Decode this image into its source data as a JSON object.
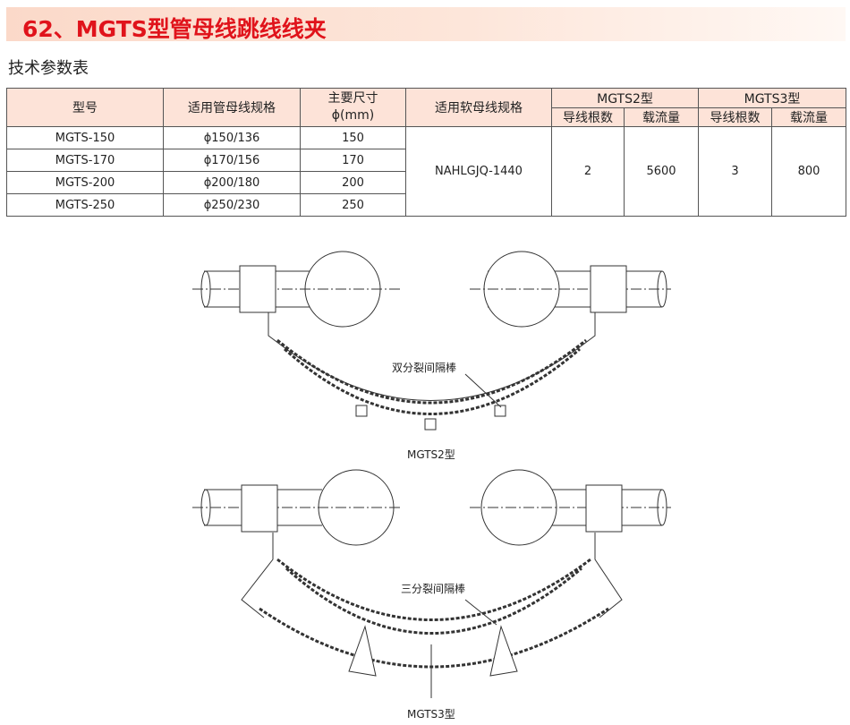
{
  "title": "62、MGTS型管母线跳线线夹",
  "subtitle": "技术参数表",
  "table": {
    "headers": {
      "model": "型号",
      "tube_spec": "适用管母线规格",
      "main_size_line1": "主要尺寸",
      "main_size_line2": "ϕ(mm)",
      "soft_spec": "适用软母线规格",
      "mgts2": "MGTS2型",
      "mgts3": "MGTS3型",
      "wire_count": "导线根数",
      "current": "载流量"
    },
    "rows": [
      {
        "model": "MGTS-150",
        "tube": "ϕ150/136",
        "size": "150"
      },
      {
        "model": "MGTS-170",
        "tube": "ϕ170/156",
        "size": "170"
      },
      {
        "model": "MGTS-200",
        "tube": "ϕ200/180",
        "size": "200"
      },
      {
        "model": "MGTS-250",
        "tube": "ϕ250/230",
        "size": "250"
      }
    ],
    "soft_spec_value": "NAHLGJQ-1440",
    "mgts2_wires": "2",
    "mgts2_current": "5600",
    "mgts3_wires": "3",
    "mgts3_current": "800"
  },
  "diagrams": {
    "top_label": "双分裂间隔棒",
    "top_caption": "MGTS2型",
    "bottom_label": "三分裂间隔棒",
    "bottom_caption": "MGTS3型"
  }
}
